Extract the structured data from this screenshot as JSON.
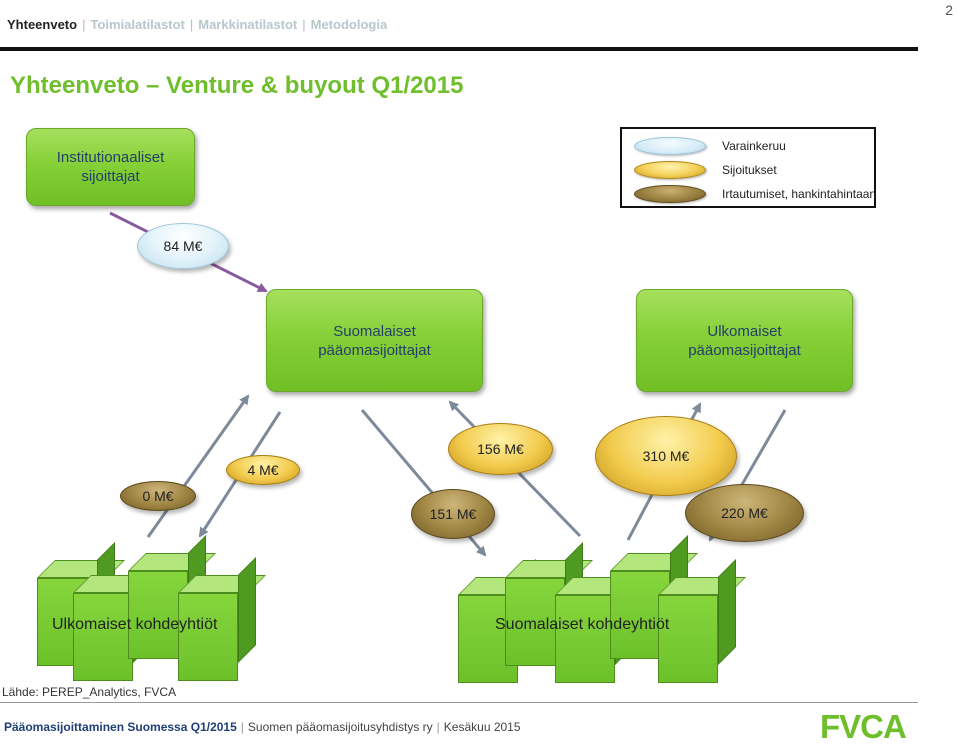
{
  "header": {
    "nav": [
      "Yhteenveto",
      "Toimialatilastot",
      "Markkinatilastot",
      "Metodologia"
    ],
    "page_number": "2",
    "title": "Yhteenveto – Venture & buyout Q1/2015"
  },
  "legend": {
    "items": [
      {
        "label": "Varainkeruu",
        "icon": "light-blue-ellipse"
      },
      {
        "label": "Sijoitukset",
        "icon": "yellow-ellipse"
      },
      {
        "label": "Irtautumiset, hankintahintaan",
        "icon": "brown-ellipse"
      }
    ]
  },
  "nodes": {
    "institutional": "Institutionaaliset\nsijoittajat",
    "domestic_pe": "Suomalaiset\npääomasijoittajat",
    "foreign_pe": "Ulkomaiset\npääomasijoittajat",
    "foreign_targets": "Ulkomaiset kohdeyhtiöt",
    "domestic_targets": "Suomalaiset kohdeyhtiöt"
  },
  "flows": {
    "fundraising_domestic": "84 M€",
    "exits_foreign_targets_domestic": "0 M€",
    "investments_foreign_targets_domestic": "4 M€",
    "investments_domestic_by_domestic": "156 M€",
    "exits_domestic_by_domestic": "151 M€",
    "investments_domestic_by_foreign": "310 M€",
    "exits_domestic_by_foreign": "220 M€"
  },
  "colors": {
    "title_green": "#6fbf2c",
    "box_green": "#86d038",
    "arrow_gray": "#7d8a9a",
    "arrow_purple": "#8a5a9e",
    "footer_blue": "#1f3f77"
  },
  "source": "Lähde: PEREP_Analytics, FVCA",
  "footer": {
    "title": "Pääomasijoittaminen Suomessa Q1/2015",
    "org": "Suomen pääomasijoitusyhdistys ry",
    "date": "Kesäkuu 2015",
    "logo": "FVCA"
  }
}
